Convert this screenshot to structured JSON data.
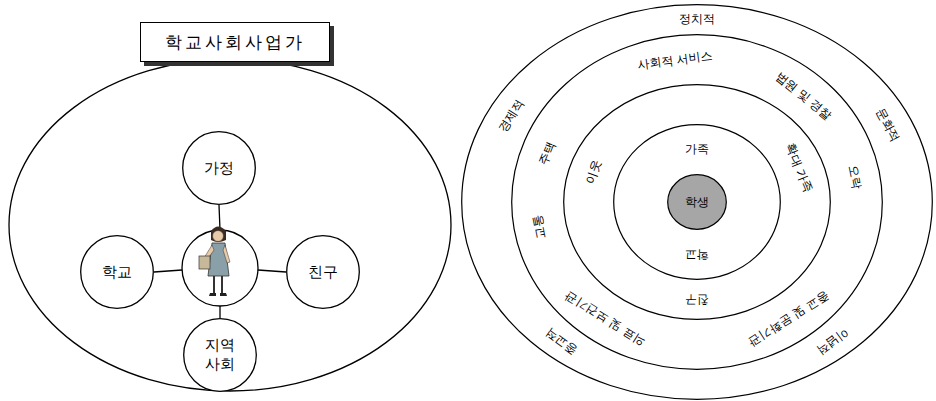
{
  "diagram": {
    "nodes": [
      {
        "text": [
          "학교사회사업가"
        ]
      },
      {
        "text": [
          "가정"
        ]
      },
      {
        "text": [
          "학교"
        ]
      },
      {
        "text": [
          "친구"
        ]
      },
      {
        "text": [
          "지역 사회"
        ]
      },
      {
        "text": [
          "정치적",
          "문화적",
          "이념적",
          "종교적",
          "경제적"
        ]
      },
      {
        "text": [
          "사회적 서비스",
          "법원 및 경찰",
          "오락",
          "종교 및 문화기관",
          "의료 및 보건기관",
          "교통",
          "주택"
        ],
        "in": 5
      },
      {
        "text": [
          "확대 가족",
          "친구",
          "이웃"
        ],
        "in": 6
      },
      {
        "text": [
          "가족",
          "학교"
        ],
        "in": 7
      },
      {
        "text": [
          "학생"
        ],
        "in": 8
      }
    ]
  }
}
